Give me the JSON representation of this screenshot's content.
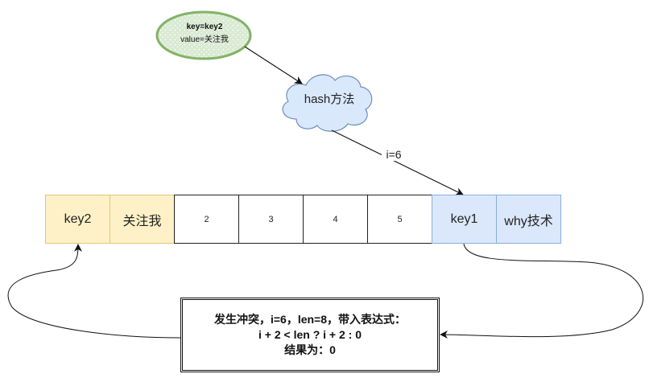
{
  "source": {
    "line1": "key=key2",
    "line2": "value=关注我"
  },
  "hash": {
    "label": "hash方法"
  },
  "edge": {
    "label": "i=6"
  },
  "slots": [
    {
      "label": "key2"
    },
    {
      "label": "关注我"
    },
    {
      "label": "2"
    },
    {
      "label": "3"
    },
    {
      "label": "4"
    },
    {
      "label": "5"
    },
    {
      "label": "key1"
    },
    {
      "label": "why技术"
    }
  ],
  "note": {
    "line1": "发生冲突，i=6，len=8，带入表达式：",
    "line2": "i + 2 < len ? i + 2 : 0",
    "line3": "结果为：0"
  },
  "colors": {
    "oval_fill": "#d9ead3",
    "oval_stroke": "#82b366",
    "cloud_fill": "#dae8fc",
    "cloud_stroke": "#6c8ebf",
    "yellow": "#fff1c7",
    "blue": "#dbe7fb"
  }
}
